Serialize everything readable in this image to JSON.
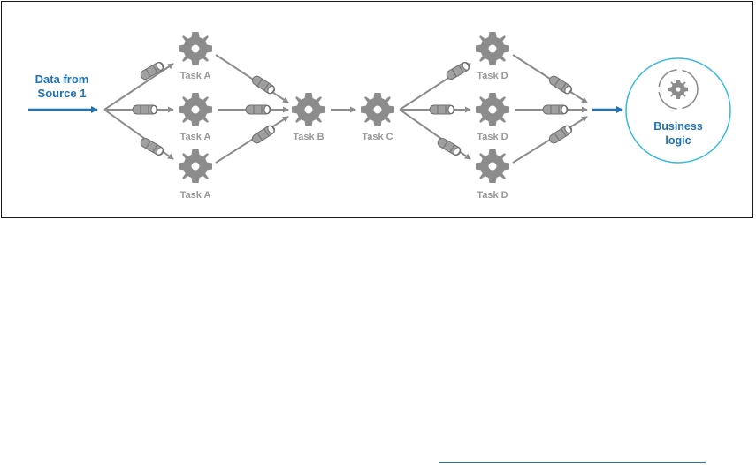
{
  "source": {
    "line1": "Data from",
    "line2": "Source 1"
  },
  "tasks": {
    "a_top": "Task A",
    "a_mid": "Task A",
    "a_bot": "Task A",
    "b": "Task B",
    "c": "Task C",
    "d_top": "Task D",
    "d_mid": "Task D",
    "d_bot": "Task D"
  },
  "business": {
    "line1": "Business",
    "line2": "logic"
  },
  "colors": {
    "accent": "#1f73b7",
    "gear": "#8c8c8c",
    "arrow": "#8c8c8c",
    "border": "#1a1a1a",
    "circle": "#35b8e3"
  }
}
